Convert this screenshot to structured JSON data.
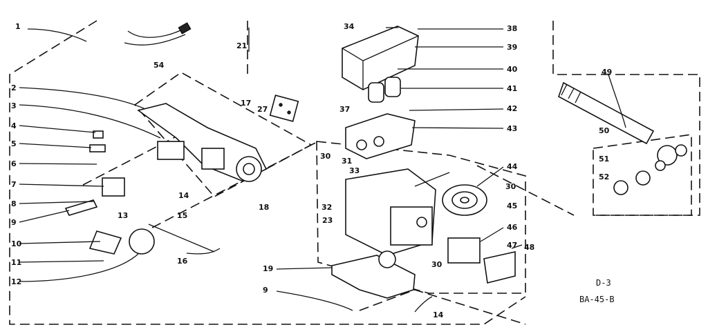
{
  "diagram": {
    "section_label": "D-3",
    "drawing_code": "BA-45-B",
    "callouts": [
      "1",
      "2",
      "3",
      "4",
      "5",
      "6",
      "7",
      "8",
      "9",
      "10",
      "11",
      "12",
      "13",
      "14",
      "15",
      "16",
      "17",
      "18",
      "19",
      "21",
      "23",
      "27",
      "30",
      "31",
      "32",
      "33",
      "34",
      "37",
      "38",
      "39",
      "40",
      "41",
      "42",
      "43",
      "44",
      "45",
      "46",
      "47",
      "48",
      "49",
      "50",
      "51",
      "52",
      "54"
    ]
  }
}
